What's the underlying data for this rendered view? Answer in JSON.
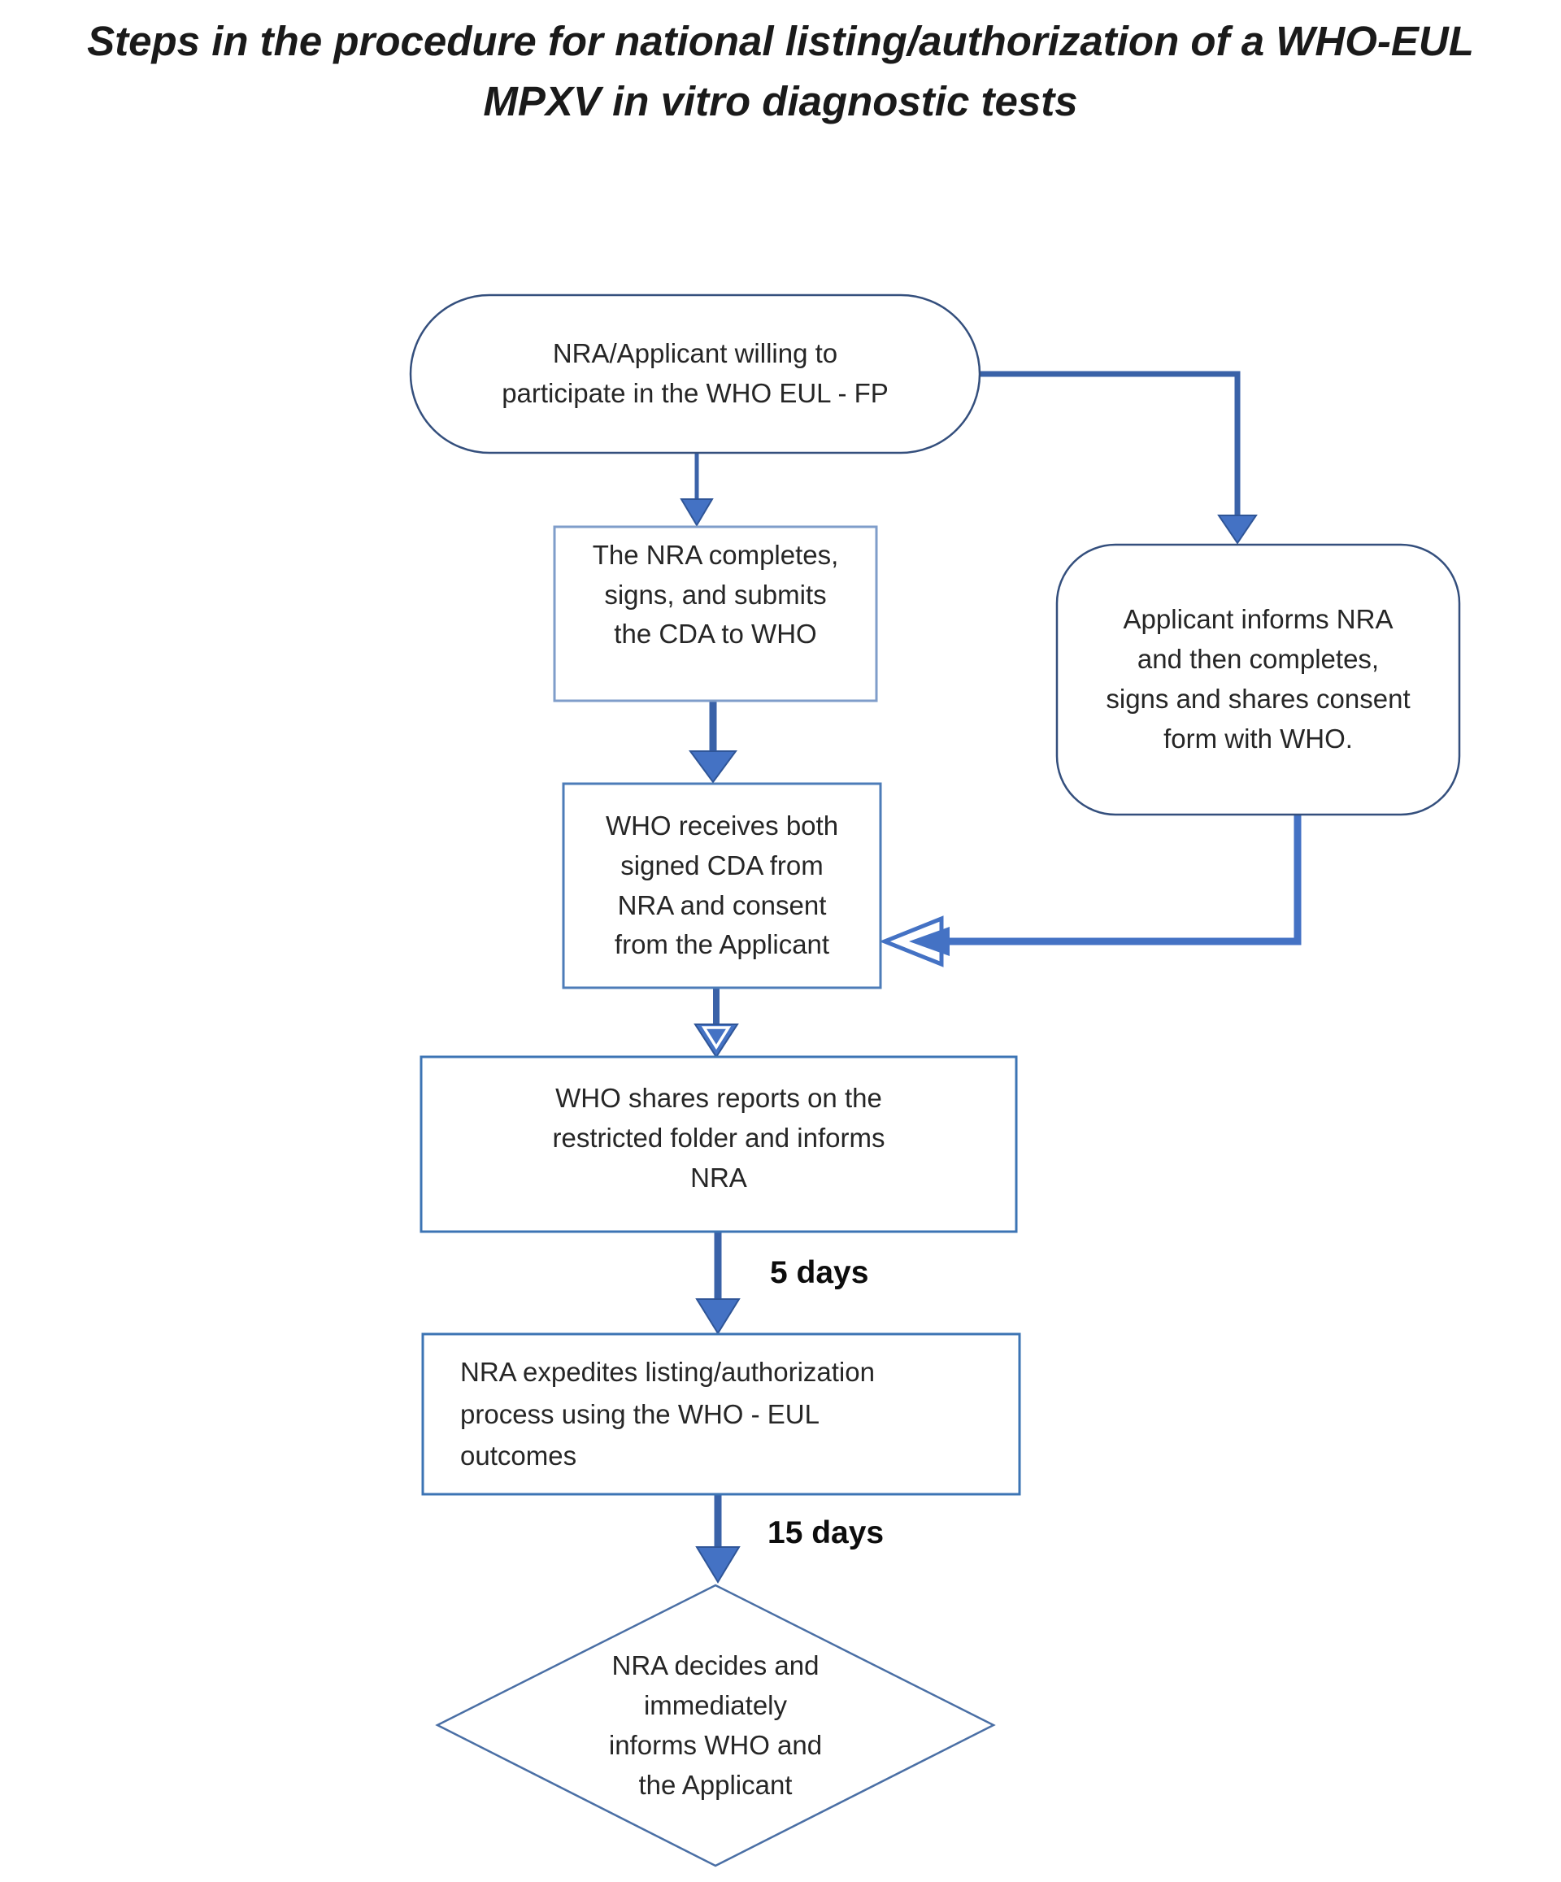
{
  "title": "Steps in the procedure for national listing/authorization of a WHO-EUL\nMPXV in vitro diagnostic tests",
  "nodes": {
    "start": {
      "shape": "stadium",
      "label": "NRA/Applicant willing to\nparticipate in the WHO EUL - FP"
    },
    "nra_cda": {
      "shape": "rectangle",
      "label": "The NRA completes,\nsigns, and submits\nthe CDA to WHO"
    },
    "applicant_consent": {
      "shape": "rounded-rectangle",
      "label": "Applicant informs NRA\nand then completes,\nsigns and shares consent\nform with WHO."
    },
    "who_receives": {
      "shape": "rectangle",
      "label": "WHO receives both\nsigned CDA from\nNRA and consent\nfrom the Applicant"
    },
    "who_shares": {
      "shape": "rectangle",
      "label": "WHO shares reports on the\nrestricted folder and informs\nNRA"
    },
    "nra_expedites": {
      "shape": "rectangle",
      "label": "NRA expedites listing/authorization\nprocess using the WHO - EUL\noutcomes"
    },
    "decision": {
      "shape": "diamond",
      "label": "NRA decides and\nimmediately\ninforms WHO and\nthe Applicant"
    }
  },
  "edge_labels": {
    "who_shares_to_expedites": "5 days",
    "expedites_to_decision": "15 days"
  },
  "theme": {
    "connector": "#3a62a8",
    "connector_light": "#4472c4",
    "head_fill": "#4472c4",
    "head_stroke": "#2f5597",
    "stadium_border": "#344f7d",
    "rounded_border": "#344f7d",
    "diamond_border": "#4a6fa5",
    "box2_border": "#7f9dca",
    "box3_border": "#4d7cb8",
    "box45_border": "#3c74b4",
    "text": "#262626",
    "title_color": "#1a1a1a",
    "background": "#ffffff"
  }
}
